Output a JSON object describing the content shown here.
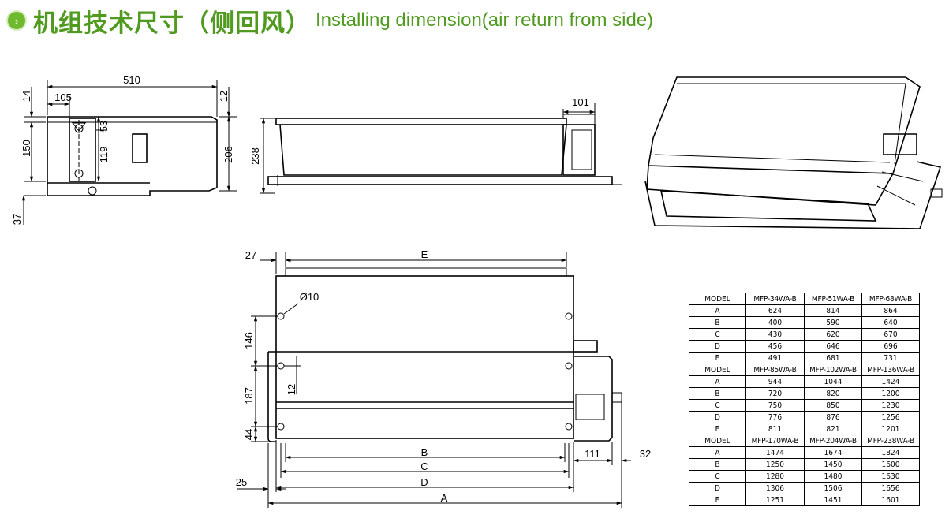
{
  "header": {
    "title_cn": "机组技术尺寸（侧回风）",
    "title_en": "Installing dimension(air return from side)",
    "accent_color": "#4f9a1f",
    "bullet_icon": "circle-arrow-right-icon"
  },
  "side_view": {
    "dims": [
      "510",
      "105",
      "14",
      "12",
      "53",
      "119",
      "150",
      "206",
      "37"
    ]
  },
  "front_view": {
    "dims": [
      "101",
      "238"
    ]
  },
  "plan_view": {
    "dims": [
      "27",
      "E",
      "Ø10",
      "146",
      "12",
      "187",
      "44",
      "B",
      "C",
      "D",
      "A",
      "25",
      "111",
      "32"
    ]
  },
  "spec_table": {
    "groups": [
      {
        "header": [
          "MODEL",
          "MFP-34WA-B",
          "MFP-51WA-B",
          "MFP-68WA-B"
        ],
        "rows": [
          [
            "A",
            "624",
            "814",
            "864"
          ],
          [
            "B",
            "400",
            "590",
            "640"
          ],
          [
            "C",
            "430",
            "620",
            "670"
          ],
          [
            "D",
            "456",
            "646",
            "696"
          ],
          [
            "E",
            "491",
            "681",
            "731"
          ]
        ]
      },
      {
        "header": [
          "MODEL",
          "MFP-85WA-B",
          "MFP-102WA-B",
          "MFP-136WA-B"
        ],
        "rows": [
          [
            "A",
            "944",
            "1044",
            "1424"
          ],
          [
            "B",
            "720",
            "820",
            "1200"
          ],
          [
            "C",
            "750",
            "850",
            "1230"
          ],
          [
            "D",
            "776",
            "876",
            "1256"
          ],
          [
            "E",
            "811",
            "821",
            "1201"
          ]
        ]
      },
      {
        "header": [
          "MODEL",
          "MFP-170WA-B",
          "MFP-204WA-B",
          "MFP-238WA-B"
        ],
        "rows": [
          [
            "A",
            "1474",
            "1674",
            "1824"
          ],
          [
            "B",
            "1250",
            "1450",
            "1600"
          ],
          [
            "C",
            "1280",
            "1480",
            "1630"
          ],
          [
            "D",
            "1306",
            "1506",
            "1656"
          ],
          [
            "E",
            "1251",
            "1451",
            "1601"
          ]
        ]
      }
    ]
  }
}
